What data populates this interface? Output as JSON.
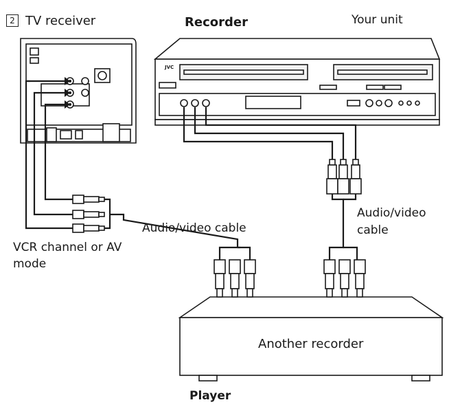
{
  "step": "2",
  "labels": {
    "tv_receiver": "TV receiver",
    "recorder": "Recorder",
    "your_unit": "Your unit",
    "vcr_mode": "VCR channel or AV mode",
    "av_cable_left": "Audio/video cable",
    "av_cable_right": "Audio/video cable",
    "another_recorder": "Another recorder",
    "player": "Player",
    "brand_logo": "JVC"
  },
  "colors": {
    "line": "#1a1a1a",
    "fill": "#ffffff",
    "panel": "#f2f2f2"
  }
}
